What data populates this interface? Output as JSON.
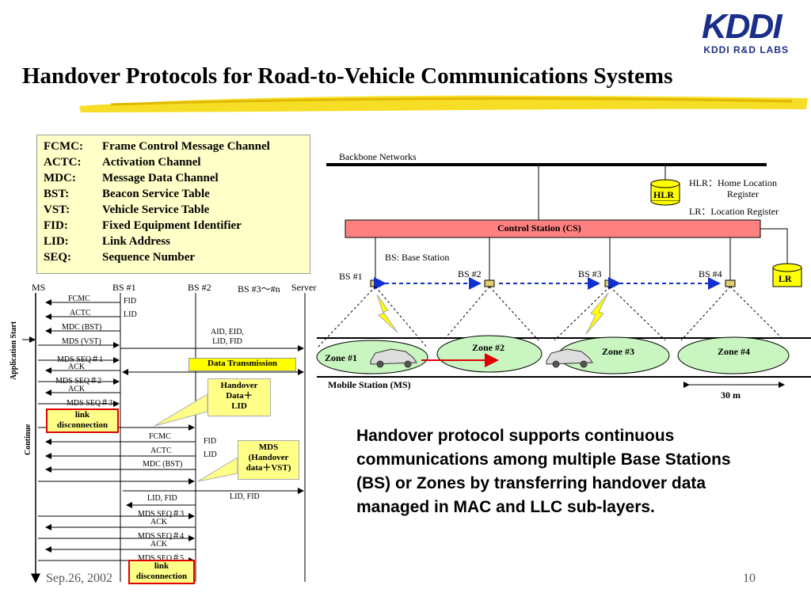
{
  "slide": {
    "title": "Handover Protocols for Road-to-Vehicle Communications Systems",
    "logo_mark": "KDDI",
    "logo_sub": "KDDI R&D LABS",
    "footer_date": "Sep.26, 2002",
    "page_number": "10"
  },
  "glossary": [
    {
      "abbr": "FCMC:",
      "def": "Frame Control Message Channel"
    },
    {
      "abbr": "ACTC:",
      "def": "Activation Channel"
    },
    {
      "abbr": "MDC:",
      "def": "Message Data Channel"
    },
    {
      "abbr": "BST:",
      "def": "Beacon Service Table"
    },
    {
      "abbr": "VST:",
      "def": "Vehicle Service Table"
    },
    {
      "abbr": "FID:",
      "def": "Fixed Equipment Identifier"
    },
    {
      "abbr": "LID:",
      "def": "Link Address"
    },
    {
      "abbr": "SEQ:",
      "def": "Sequence Number"
    }
  ],
  "sequence": {
    "columns": [
      "MS",
      "BS #1",
      "BS #2",
      "BS #3～#n",
      "Server"
    ],
    "left_labels": [
      "Application Start",
      "Continue"
    ],
    "messages": [
      "FCMC",
      "ACTC",
      "MDC (BST)",
      "MDS (VST)",
      "MDS SEQ＃1",
      "ACK",
      "MDS SEQ＃2",
      "ACK",
      "MDS SEQ＃3"
    ],
    "fid_lid": [
      "FID",
      "LID"
    ],
    "aid": "AID, EID,\nLID, FID",
    "data_transmission": "Data Transmission",
    "handover_note": "Handover\nData＋\nLID",
    "link_disconnection": "link\ndisconnection",
    "messages2": [
      "FCMC",
      "ACTC",
      "MDC (BST)"
    ],
    "fid_lid2": [
      "FID",
      "LID"
    ],
    "mds_note": "MDS\n(Handover\ndata＋VST)",
    "lid_fid_left": "LID, FID",
    "lid_fid_right": "LID, FID",
    "messages3": [
      "MDS SEQ＃3",
      "ACK",
      "MDS SEQ＃4",
      "ACK",
      "MDS SEQ＃5"
    ],
    "link_disconnection2": "link\ndisconnection"
  },
  "network": {
    "backbone": "Backbone Networks",
    "hlr": "HLR",
    "hlr_def_1": "HLR：Home Location",
    "hlr_def_2": "Register",
    "lr_def": "LR：Location Register",
    "control_station": "Control Station (CS)",
    "bs_def": "BS: Base Station",
    "lr": "LR",
    "bs_labels": [
      "BS #1",
      "BS #2",
      "BS #3",
      "BS #4"
    ],
    "zones": [
      "Zone #1",
      "Zone #2",
      "Zone #3",
      "Zone #4"
    ],
    "ms_label": "Mobile Station (MS)",
    "distance": "30 m"
  },
  "description": "Handover protocol supports continuous communications among multiple Base Stations (BS) or Zones by transferring handover data managed in MAC and LLC sub-layers.",
  "colors": {
    "glossary_bg": "#ffffc8",
    "cs_bar": "#ff8080",
    "zone": "#c8f5c0",
    "yellow_box": "#ffff00",
    "note_box": "#ffff88"
  }
}
